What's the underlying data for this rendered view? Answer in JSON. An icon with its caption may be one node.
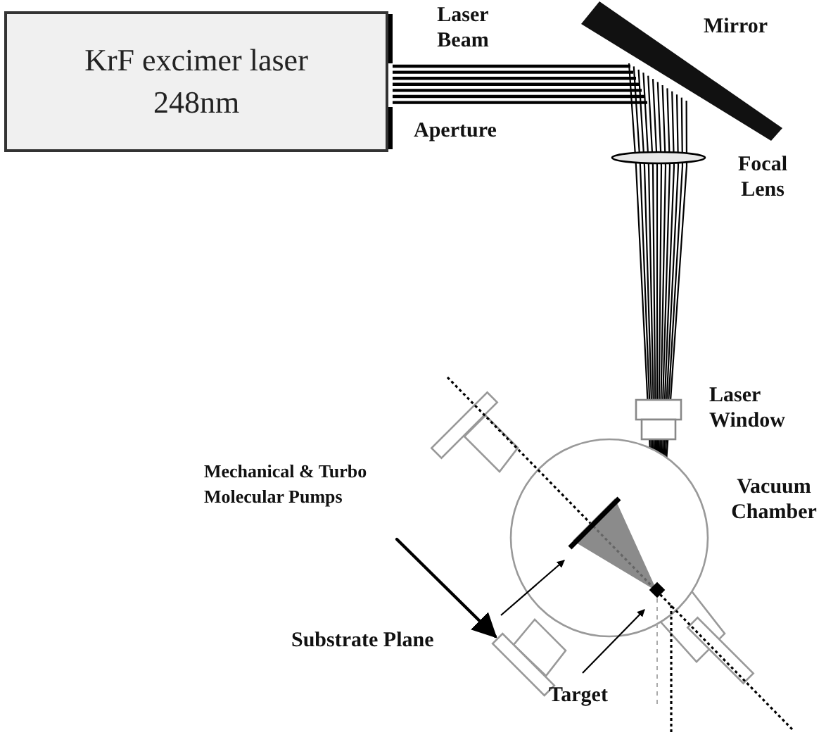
{
  "diagram": {
    "nodes": [
      {
        "text": [
          "KrF excimer laser 248nm"
        ]
      }
    ],
    "labels": [
      "Laser Beam",
      "Mirror",
      "Aperture",
      "Focal Lens",
      "Laser Window",
      "Mechanical & Turbo Molecular Pumps",
      "Vacuum Chamber",
      "Substrate Plane",
      "Target"
    ]
  }
}
